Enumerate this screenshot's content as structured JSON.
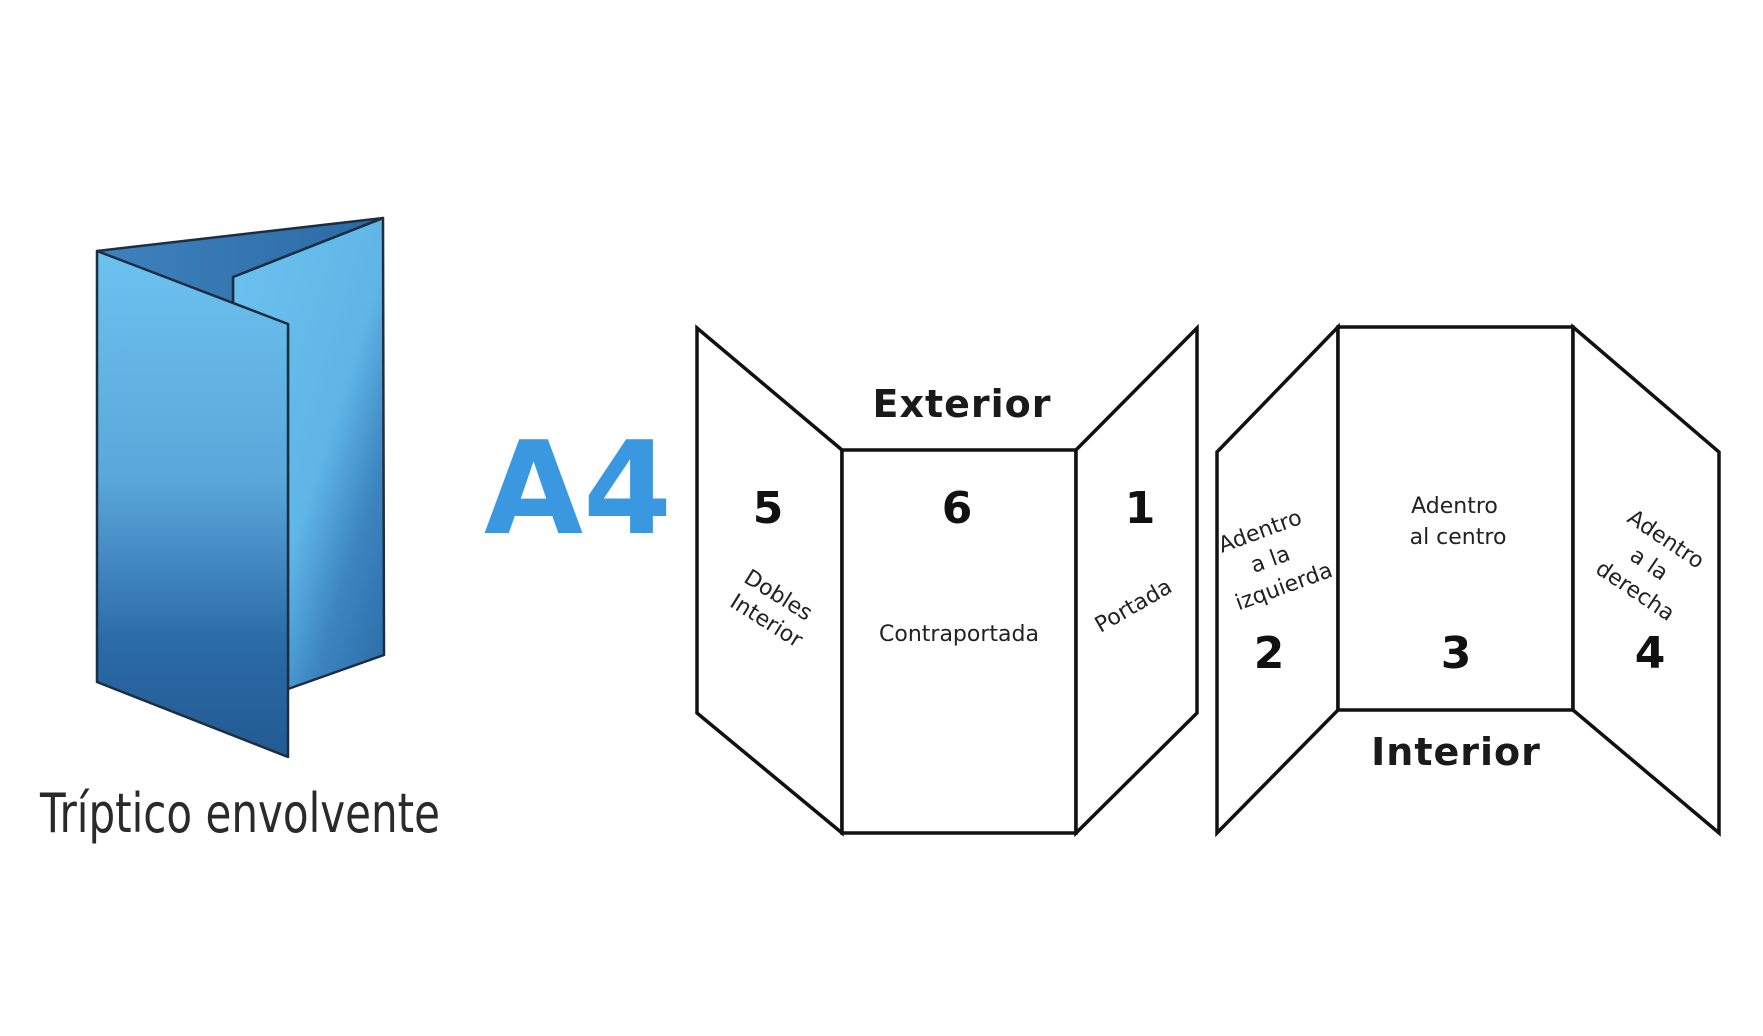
{
  "product": {
    "name": "Tríptico envolvente",
    "format": "A4"
  },
  "colors": {
    "accent": "#3a98e0",
    "brochure_light": "#6cc2ee",
    "brochure_dark": "#245b93",
    "outline": "#111111"
  },
  "exterior": {
    "title": "Exterior",
    "panels": [
      {
        "number": "5",
        "lines": [
          "Dobles",
          "Interior"
        ]
      },
      {
        "number": "6",
        "lines": [
          "Contraportada"
        ]
      },
      {
        "number": "1",
        "lines": [
          "Portada"
        ]
      }
    ]
  },
  "interior": {
    "title": "Interior",
    "panels": [
      {
        "number": "2",
        "lines": [
          "Adentro",
          "a la",
          "izquierda"
        ]
      },
      {
        "number": "3",
        "lines": [
          "Adentro",
          "al centro"
        ]
      },
      {
        "number": "4",
        "lines": [
          "Adentro",
          "a la",
          "derecha"
        ]
      }
    ]
  }
}
